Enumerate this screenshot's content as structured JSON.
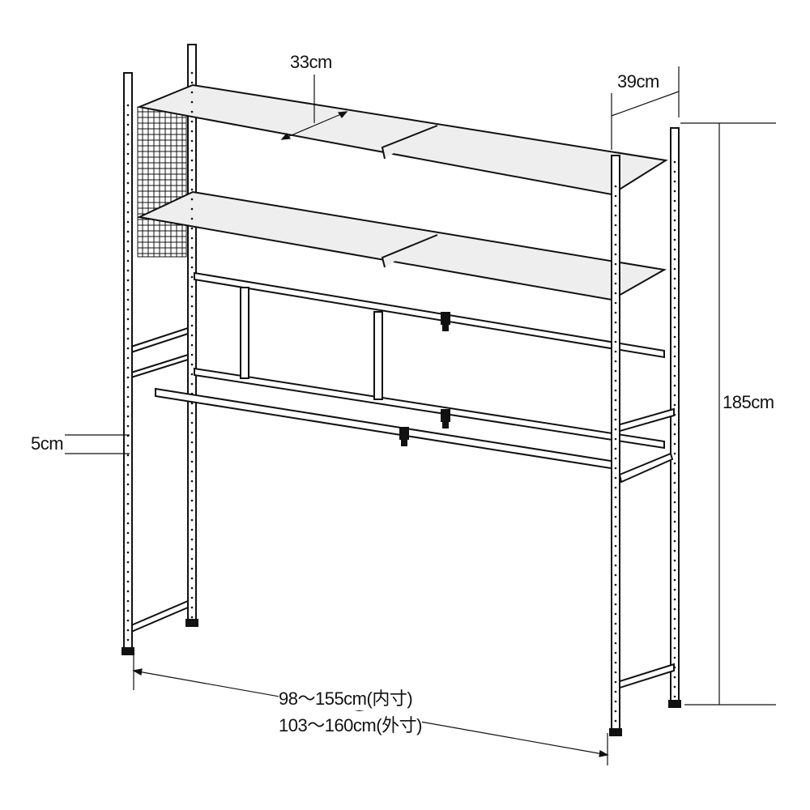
{
  "dimensions": {
    "shelf_depth": "33cm",
    "frame_depth": "39cm",
    "height": "185cm",
    "pitch": "5cm",
    "inner_width": "98〜155cm(内寸)",
    "outer_width": "103〜160cm(外寸)"
  },
  "colors": {
    "line": "#111111",
    "shelf_fill": "#eeeeee",
    "frame_fill": "#ffffff"
  }
}
